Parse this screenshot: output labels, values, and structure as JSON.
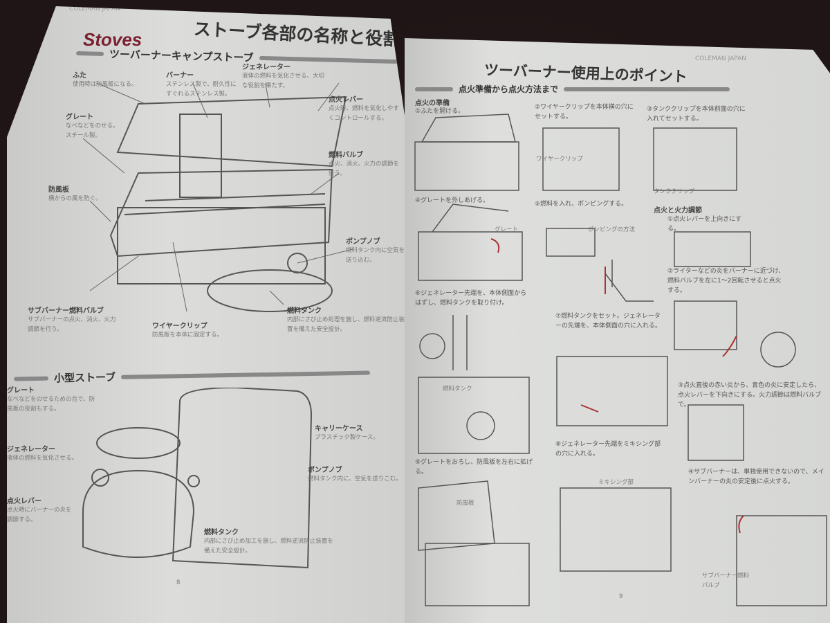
{
  "left": {
    "header": "COLEMAN JAPAN",
    "brand": "Stoves",
    "title": "ストーブ各部の名称と役割",
    "section1": "ツーバーナーキャンプストーブ",
    "parts1": [
      {
        "name": "ふた",
        "desc": "使用時は防風板になる。"
      },
      {
        "name": "バーナー",
        "desc": "ステンレス製で、耐久性にすぐれるステンレス製。"
      },
      {
        "name": "ジェネレーター",
        "desc": "液体の燃料を気化させる、大切な役割を果たす。"
      },
      {
        "name": "点火レバー",
        "desc": "点火時、燃料を気化しやすくコントロールする。"
      },
      {
        "name": "グレート",
        "desc": "なべなどをのせる。スチール製。"
      },
      {
        "name": "燃料バルブ",
        "desc": "点火、消火、火力の調節を行う。"
      },
      {
        "name": "防風板",
        "desc": "横からの風を防ぐ。"
      },
      {
        "name": "ポンプノブ",
        "desc": "燃料タンク内に空気を送り込む。"
      },
      {
        "name": "サブバーナー燃料バルブ",
        "desc": "サブバーナーの点火、消火、火力調節を行う。"
      },
      {
        "name": "ワイヤークリップ",
        "desc": "防風板を本体に固定する。"
      },
      {
        "name": "燃料タンク",
        "desc": "内部にさび止め処理を施し、燃料逆流防止装置を備えた安全設計。"
      }
    ],
    "section2": "小型ストーブ",
    "parts2": [
      {
        "name": "グレート",
        "desc": "なべなどをのせるための台で、防風板の役割もする。"
      },
      {
        "name": "ジェネレーター",
        "desc": "液体の燃料を気化させる。"
      },
      {
        "name": "点火レバー",
        "desc": "点火時にバーナーの炎を調節する。"
      },
      {
        "name": "キャリーケース",
        "desc": "プラスチック製ケース。"
      },
      {
        "name": "ポンプノブ",
        "desc": "燃料タンク内に、空気を送りこむ。"
      },
      {
        "name": "燃料タンク",
        "desc": "内部にさび止め加工を施し、燃料逆流防止装置を備えた安全設計。"
      }
    ],
    "page_number": "8"
  },
  "right": {
    "header": "COLEMAN JAPAN",
    "title": "ツーバーナー使用上のポイント",
    "section": "点火準備から点火方法まで",
    "prep_heading": "点火の準備",
    "prep_steps": [
      "①ふたを開ける。",
      "②ワイヤークリップを本体横の穴にセットする。",
      "③タンククリップを本体前面の穴に入れてセットする。",
      "④グレートを外しあげる。",
      "⑤燃料を入れ、ポンピングする。",
      "⑥ジェネレーター先端を、本体側面からはずし、燃料タンクを取り付け。",
      "⑦燃料タンクをセット。ジェネレーターの先端を、本体側面の穴に入れる。",
      "⑧ジェネレーター先端をミキシング部の穴に入れる。",
      "⑨グレートをおろし、防風板を左右に拡げる。"
    ],
    "ignite_heading": "点火と火力調節",
    "ignite_steps": [
      "①点火レバーを上向きにする。",
      "②ライターなどの炎をバーナーに近づけ、燃料バルブを左に1〜2回転させると点火する。",
      "③点火直後の赤い炎から、青色の炎に安定したら、点火レバーを下向きにする。火力調節は燃料バルブで。",
      "④サブバーナーは、単独使用できないので、メインバーナーの炎の安定後に点火する。"
    ],
    "callouts": [
      "ワイヤークリップ",
      "タンククリップ",
      "グレート",
      "ポンピングの方法",
      "燃料タンク",
      "防風板",
      "ミキシング部",
      "サブバーナー燃料バルブ"
    ],
    "page_number": "9"
  }
}
